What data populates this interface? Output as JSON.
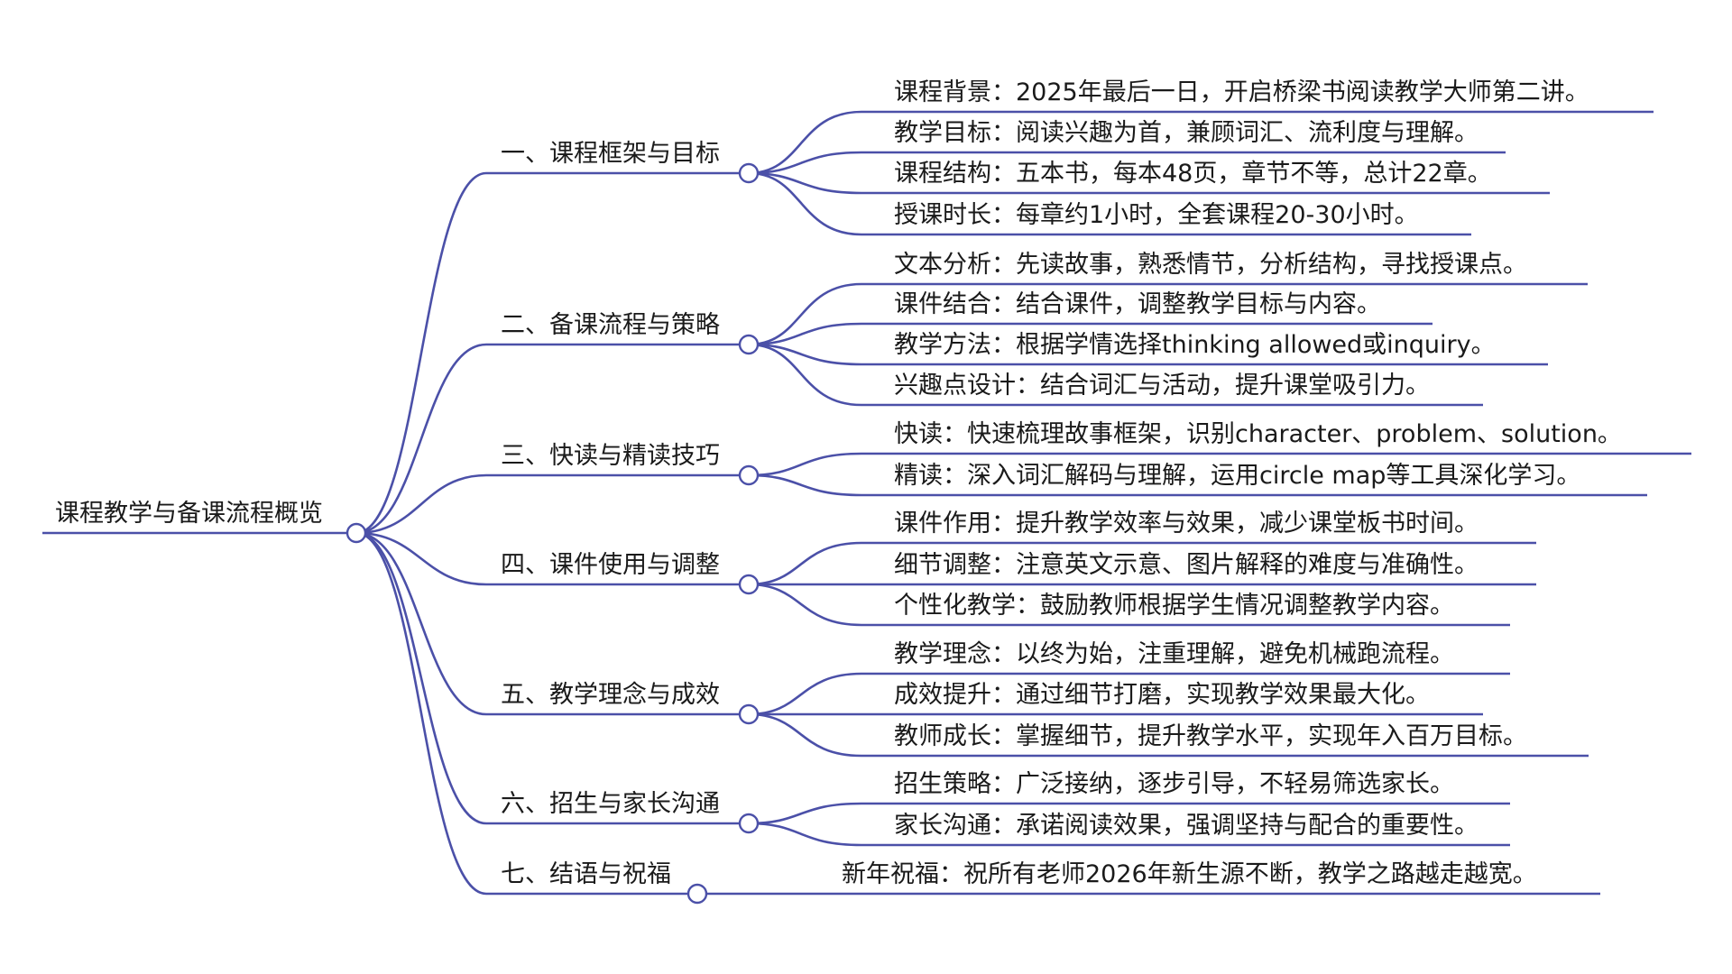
{
  "root": {
    "title": "课程教学与备课流程概览"
  },
  "colors": {
    "line": "#4b50a8",
    "node_fill": "#ffffff",
    "text": "#1a1a1a"
  },
  "branches": [
    {
      "title": "一、课程框架与目标",
      "items": [
        "课程背景：2025年最后一日，开启桥梁书阅读教学大师第二讲。",
        "教学目标：阅读兴趣为首，兼顾词汇、流利度与理解。",
        "课程结构：五本书，每本48页，章节不等，总计22章。",
        "授课时长：每章约1小时，全套课程20-30小时。"
      ]
    },
    {
      "title": "二、备课流程与策略",
      "items": [
        "文本分析：先读故事，熟悉情节，分析结构，寻找授课点。",
        "课件结合：结合课件，调整教学目标与内容。",
        "教学方法：根据学情选择thinking allowed或inquiry。",
        "兴趣点设计：结合词汇与活动，提升课堂吸引力。"
      ]
    },
    {
      "title": "三、快读与精读技巧",
      "items": [
        "快读：快速梳理故事框架，识别character、problem、solution。",
        "精读：深入词汇解码与理解，运用circle map等工具深化学习。"
      ]
    },
    {
      "title": "四、课件使用与调整",
      "items": [
        "课件作用：提升教学效率与效果，减少课堂板书时间。",
        "细节调整：注意英文示意、图片解释的难度与准确性。",
        "个性化教学：鼓励教师根据学生情况调整教学内容。"
      ]
    },
    {
      "title": "五、教学理念与成效",
      "items": [
        "教学理念：以终为始，注重理解，避免机械跑流程。",
        "成效提升：通过细节打磨，实现教学效果最大化。",
        "教师成长：掌握细节，提升教学水平，实现年入百万目标。"
      ]
    },
    {
      "title": "六、招生与家长沟通",
      "items": [
        "招生策略：广泛接纳，逐步引导，不轻易筛选家长。",
        "家长沟通：承诺阅读效果，强调坚持与配合的重要性。"
      ]
    },
    {
      "title": "七、结语与祝福",
      "items": [
        "新年祝福：祝所有老师2026年新生源不断，教学之路越走越宽。"
      ]
    }
  ]
}
